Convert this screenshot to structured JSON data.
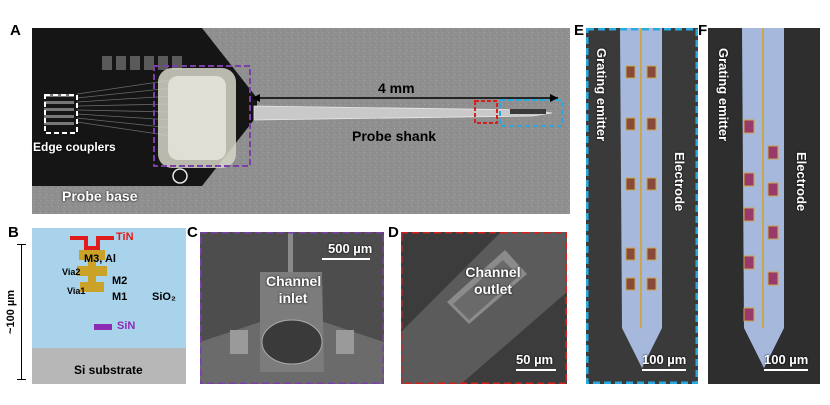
{
  "panels": {
    "a": {
      "label": "A",
      "length_label": "4 mm",
      "edge_couplers": "Edge couplers",
      "probe_shank": "Probe shank",
      "probe_base": "Probe base"
    },
    "b": {
      "label": "B",
      "tin": "TiN",
      "m3": "M3, Al",
      "via2": "Via2",
      "m2": "M2",
      "via1": "Via1",
      "m1": "M1",
      "sio2": "SiO₂",
      "sin": "SiN",
      "thickness": "~100 µm",
      "substrate": "Si substrate"
    },
    "c": {
      "label": "C",
      "scale": "500 µm",
      "caption_line1": "Channel",
      "caption_line2": "inlet"
    },
    "d": {
      "label": "D",
      "caption_line1": "Channel",
      "caption_line2": "outlet",
      "scale": "50 µm"
    },
    "e": {
      "label": "E",
      "grating": "Grating emitter",
      "electrode": "Electrode",
      "scale": "100 µm"
    },
    "f": {
      "label": "F",
      "grating": "Grating emitter",
      "electrode": "Electrode",
      "scale": "100 µm"
    }
  },
  "colors": {
    "purple_box": "#7a3fa8",
    "red_box": "#d62020",
    "blue_box": "#2aa8e0",
    "tin": "#e01b1b",
    "metal": "#c9a227",
    "sin": "#8d2bb5",
    "oxide": "#a9d3ea",
    "substrate": "#b7b7b7"
  }
}
